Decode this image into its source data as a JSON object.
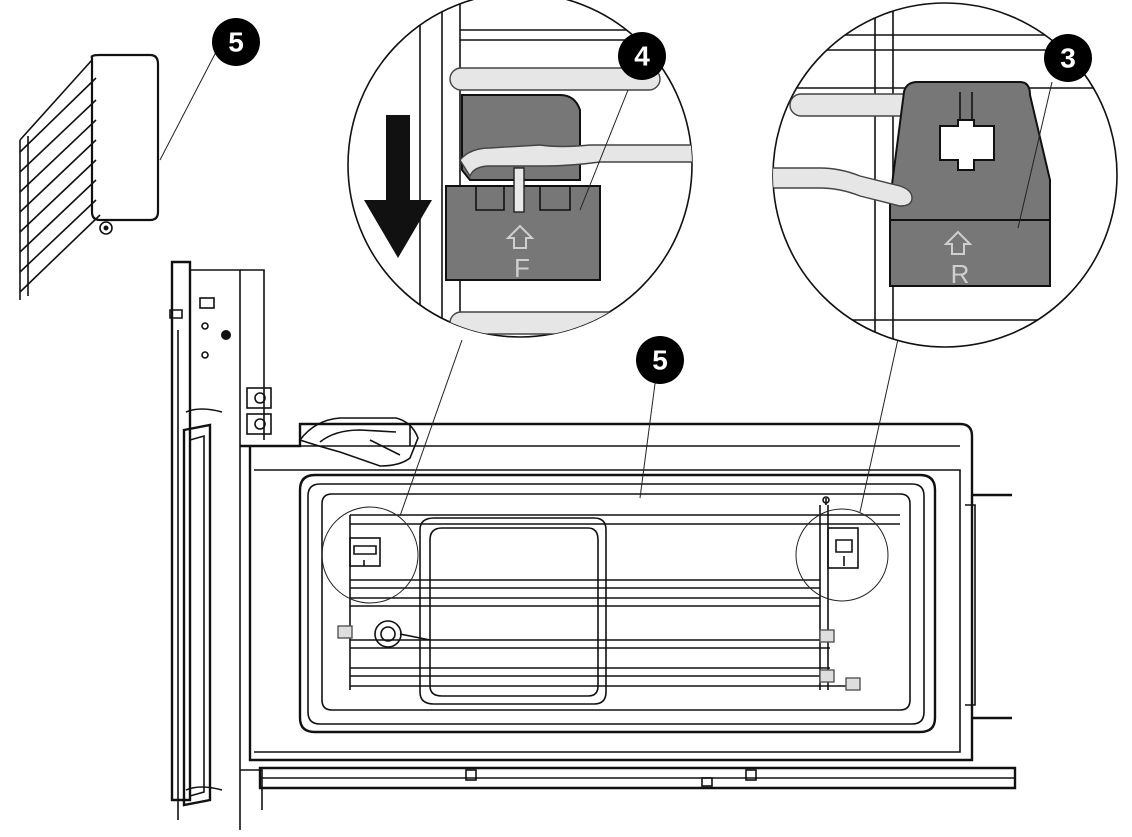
{
  "diagram": {
    "callouts": [
      {
        "id": "callout-5-top-left",
        "label": "5"
      },
      {
        "id": "callout-4",
        "label": "4"
      },
      {
        "id": "callout-3",
        "label": "3"
      },
      {
        "id": "callout-5-center",
        "label": "5"
      }
    ],
    "clip_letters": {
      "front": "F",
      "rear": "R"
    },
    "colors": {
      "line": "#111111",
      "clip_fill": "#777777",
      "rod_fill": "#e6e6e6",
      "callout_fill": "#000000"
    }
  }
}
